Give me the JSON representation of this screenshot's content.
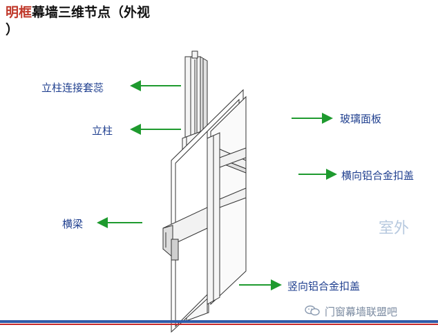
{
  "title": {
    "highlight": "明框",
    "rest": "幕墙三维节点（外视",
    "line2": "）"
  },
  "labels": {
    "column_connector": "立柱连接套蕊",
    "column": "立柱",
    "glass_panel": "玻璃面板",
    "horizontal_cap": "横向铝合金扣盖",
    "beam": "横梁",
    "exterior": "室外",
    "vertical_cap": "竖向铝合金扣盖"
  },
  "footer": {
    "brand": "门窗幕墙联盟吧"
  },
  "colors": {
    "arrow": "#1e9a2e",
    "label": "#1f3f8f",
    "title_highlight": "#c0392b",
    "bar_blue": "#2e5aa8",
    "bar_red": "#c62828"
  }
}
